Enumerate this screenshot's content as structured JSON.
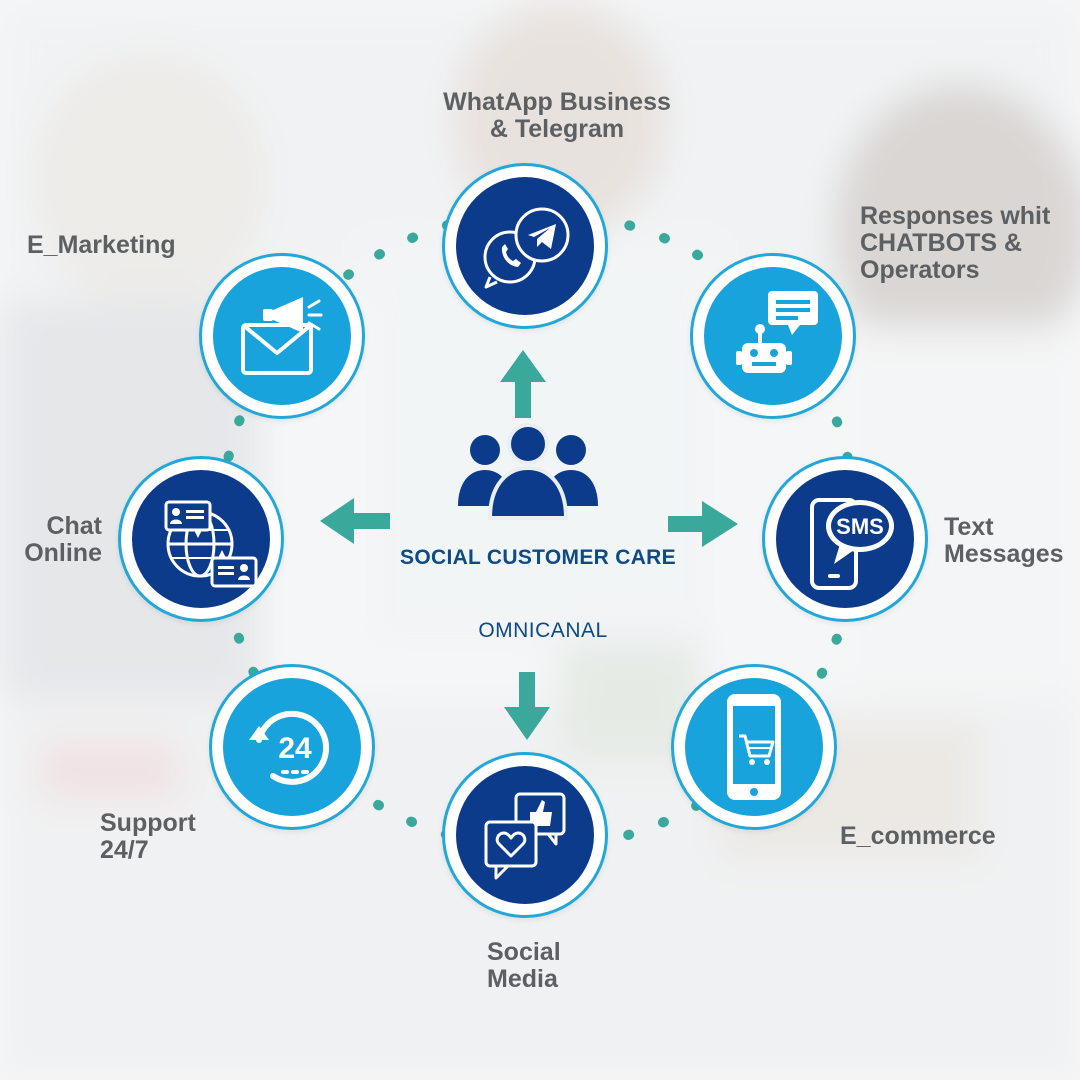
{
  "center": {
    "title": "SOCIAL CUSTOMER CARE",
    "subtitle": "OMNICANAL",
    "icon": "group-people-icon"
  },
  "channels": [
    {
      "id": "whatsapp",
      "label": "WhatApp Business\n& Telegram",
      "icon": "whatsapp-telegram-icon"
    },
    {
      "id": "chatbots",
      "label": "Responses whit\nCHATBOTS &\nOperators",
      "icon": "chatbot-robot-icon"
    },
    {
      "id": "sms",
      "label": "Text\nMessages",
      "icon": "sms-phone-icon"
    },
    {
      "id": "ecommerce",
      "label": "E_commerce",
      "icon": "shopping-cart-phone-icon"
    },
    {
      "id": "social",
      "label": "Social\nMedia",
      "icon": "social-media-like-icon"
    },
    {
      "id": "support",
      "label": "Support\n 24/7",
      "icon": "support-24-icon"
    },
    {
      "id": "chat",
      "label": "Chat\nOnline",
      "icon": "chat-globe-icon"
    },
    {
      "id": "marketing",
      "label": "E_Marketing",
      "icon": "email-megaphone-icon"
    }
  ],
  "colors": {
    "dark_blue": "#0c3b8b",
    "light_blue": "#19a3dd",
    "ring": "#22a7d9",
    "teal_accent": "#3aa89a",
    "label_gray": "#5d6063",
    "title_blue": "#0d4a86"
  }
}
